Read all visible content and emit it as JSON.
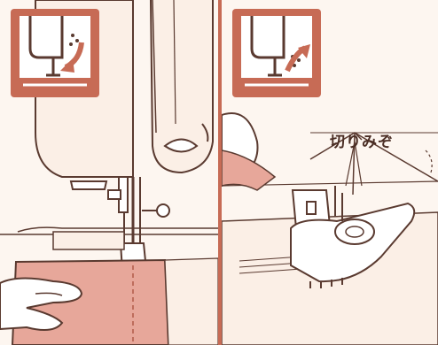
{
  "callout": {
    "label": "切りみぞ"
  },
  "colors": {
    "accent": "#c76b55",
    "line": "#5a3a30",
    "fill": "#fdf6f0",
    "fabric": "#e7a79a"
  },
  "steps": [
    {
      "icon": "needle-down-arrow-icon",
      "direction": "down"
    },
    {
      "icon": "needle-up-arrow-icon",
      "direction": "up"
    }
  ]
}
